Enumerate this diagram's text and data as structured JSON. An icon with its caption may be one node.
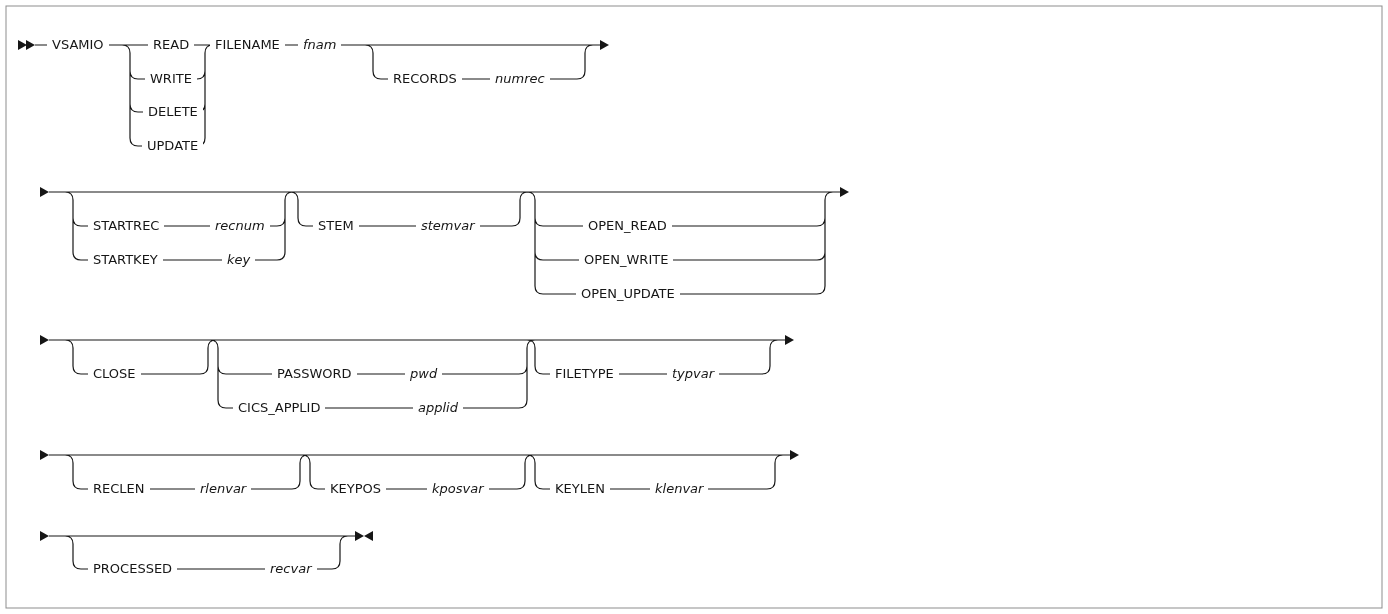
{
  "diagram": {
    "labels": [
      "VSAMIO",
      "READ",
      "FILENAME",
      "fnam",
      "WRITE",
      "RECORDS",
      "numrec",
      "DELETE",
      "UPDATE",
      "STARTREC",
      "recnum",
      "STEM",
      "stemvar",
      "OPEN_READ",
      "STARTKEY",
      "key",
      "OPEN_WRITE",
      "OPEN_UPDATE",
      "CLOSE",
      "PASSWORD",
      "pwd",
      "FILETYPE",
      "typvar",
      "CICS_APPLID",
      "applid",
      "RECLEN",
      "rlenvar",
      "KEYPOS",
      "kposvar",
      "KEYLEN",
      "klenvar",
      "PROCESSED",
      "recvar"
    ]
  }
}
